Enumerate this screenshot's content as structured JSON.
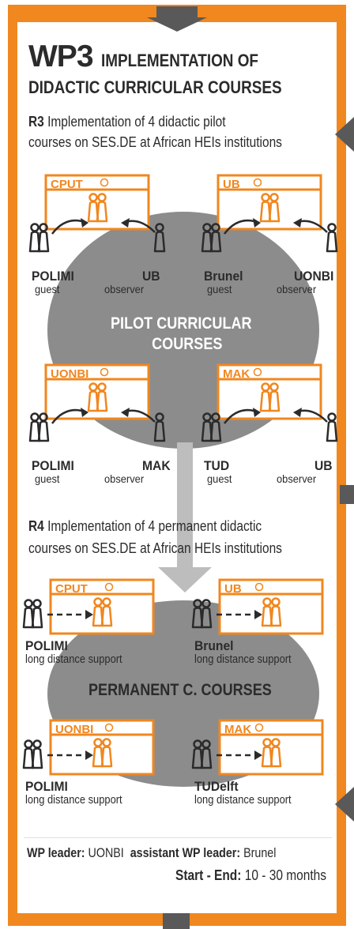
{
  "header": {
    "code": "WP3",
    "title_line1": "IMPLEMENTATION OF",
    "title_line2": "DIDACTIC CURRICULAR COURSES"
  },
  "r3": {
    "label": "R3",
    "text_line1": "Implementation of 4 didactic pilot",
    "text_line2": "courses on SES.DE at African HEIs institutions"
  },
  "pilot": {
    "title_line1": "PILOT CURRICULAR",
    "title_line2": "COURSES",
    "classrooms": [
      {
        "name": "CPUT",
        "guest": "POLIMI",
        "guest_role": "guest",
        "observer": "UB",
        "observer_role": "observer"
      },
      {
        "name": "UB",
        "guest": "Brunel",
        "guest_role": "guest",
        "observer": "UONBI",
        "observer_role": "observer"
      },
      {
        "name": "UONBI",
        "guest": "POLIMI",
        "guest_role": "guest",
        "observer": "MAK",
        "observer_role": "observer"
      },
      {
        "name": "MAK",
        "guest": "TUD",
        "guest_role": "guest",
        "observer": "UB",
        "observer_role": "observer"
      }
    ]
  },
  "r4": {
    "label": "R4",
    "text_line1": "Implementation of 4 permanent didactic",
    "text_line2": "courses on SES.DE at African HEIs institutions"
  },
  "permanent": {
    "title": "PERMANENT C. COURSES",
    "classrooms": [
      {
        "name": "CPUT",
        "supporter": "POLIMI",
        "support": "long distance support"
      },
      {
        "name": "UB",
        "supporter": "Brunel",
        "support": "long distance support"
      },
      {
        "name": "UONBI",
        "supporter": "POLIMI",
        "support": "long distance support"
      },
      {
        "name": "MAK",
        "supporter": "TUDelft",
        "support": "long distance support"
      }
    ]
  },
  "footer": {
    "leader_label": "WP leader:",
    "leader_value": "UONBI",
    "assistant_label": "assistant WP leader:",
    "assistant_value": "Brunel",
    "period_label": "Start - End:",
    "period_value": "10 - 30 months"
  },
  "colors": {
    "orange": "#f0871f",
    "gray": "#8c8c8c",
    "dark": "#2b2b2b",
    "arrow_gray": "#595959"
  }
}
